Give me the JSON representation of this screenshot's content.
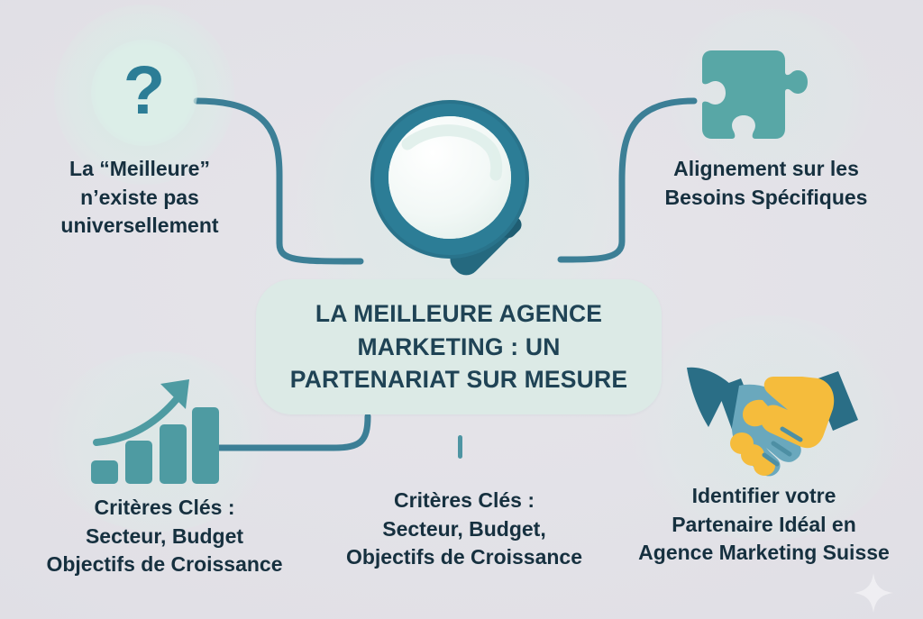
{
  "background": {
    "base_color": "#e1e0e6",
    "accent_teal": "#2c7d96",
    "accent_teal_light": "#5aa8a8",
    "accent_mint": "#dceae6",
    "accent_gold": "#f5bc3c",
    "text_color": "#16303f"
  },
  "center": {
    "title_lines": [
      "LA MEILLEURE AGENCE",
      "MARKETING : UN",
      "PARTENARIAT SUR MESURE"
    ],
    "icon": "magnifier-icon"
  },
  "nodes": [
    {
      "id": "top-left",
      "icon": "question-mark-icon",
      "glyph": "?",
      "lines": [
        "La “Meilleure”",
        "n’existe pas",
        "universellement"
      ]
    },
    {
      "id": "top-right",
      "icon": "puzzle-piece-icon",
      "lines": [
        "Alignement sur les",
        "Besoins Spécifiques"
      ]
    },
    {
      "id": "bottom-left",
      "icon": "growth-bar-chart-icon",
      "lines": [
        "Critères Clés :",
        "Secteur, Budget",
        "Objectifs de Croissance"
      ]
    },
    {
      "id": "bottom-center",
      "icon": "none",
      "lines": [
        "Critères Clés :",
        "Secteur, Budget,",
        "Objectifs de Croissance"
      ]
    },
    {
      "id": "bottom-right",
      "icon": "handshake-icon",
      "lines": [
        "Identifier votre",
        "Partenaire Idéal en",
        "Agence Marketing Suisse"
      ]
    }
  ],
  "watermark": {
    "icon": "sparkle-icon"
  }
}
